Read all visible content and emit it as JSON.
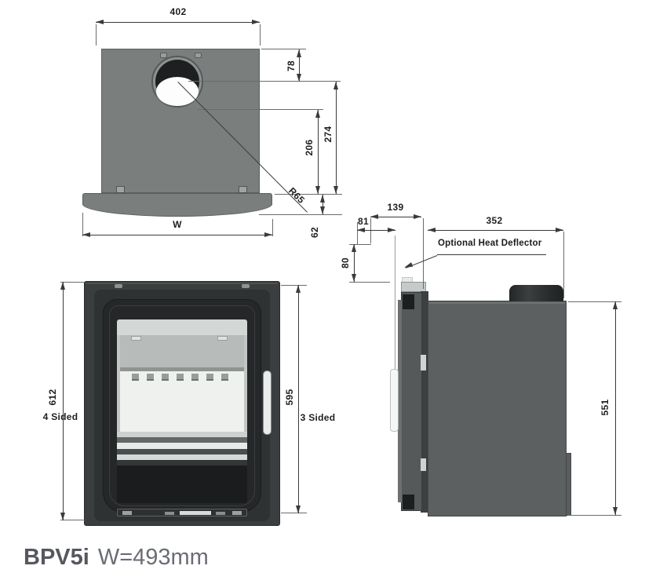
{
  "footer": {
    "model": "BPV5i",
    "width_spec": "W=493mm"
  },
  "top_view": {
    "dim_width": "402",
    "dim_flue_center_from_back": "78",
    "dim_depth_to_front": "274",
    "dim_depth_body": "206",
    "dim_flue_radius": "R65",
    "dim_fascia_depth": "62",
    "dim_overall_width": "W"
  },
  "front_view": {
    "dim_height_4sided": "612",
    "label_4sided": "4 Sided",
    "dim_height_3sided": "595",
    "label_3sided": "3 Sided"
  },
  "side_view": {
    "dim_front_offset": "81",
    "dim_fascia_depth": "139",
    "dim_body_depth": "352",
    "dim_deflector_height": "80",
    "dim_body_height": "551",
    "annotation": "Optional Heat Deflector"
  },
  "colors": {
    "body_gray": "#7a7e7d",
    "front_frame_gray": "#3b3e3f",
    "side_body_gray": "#5c6061",
    "line": "#3a3a3a"
  }
}
